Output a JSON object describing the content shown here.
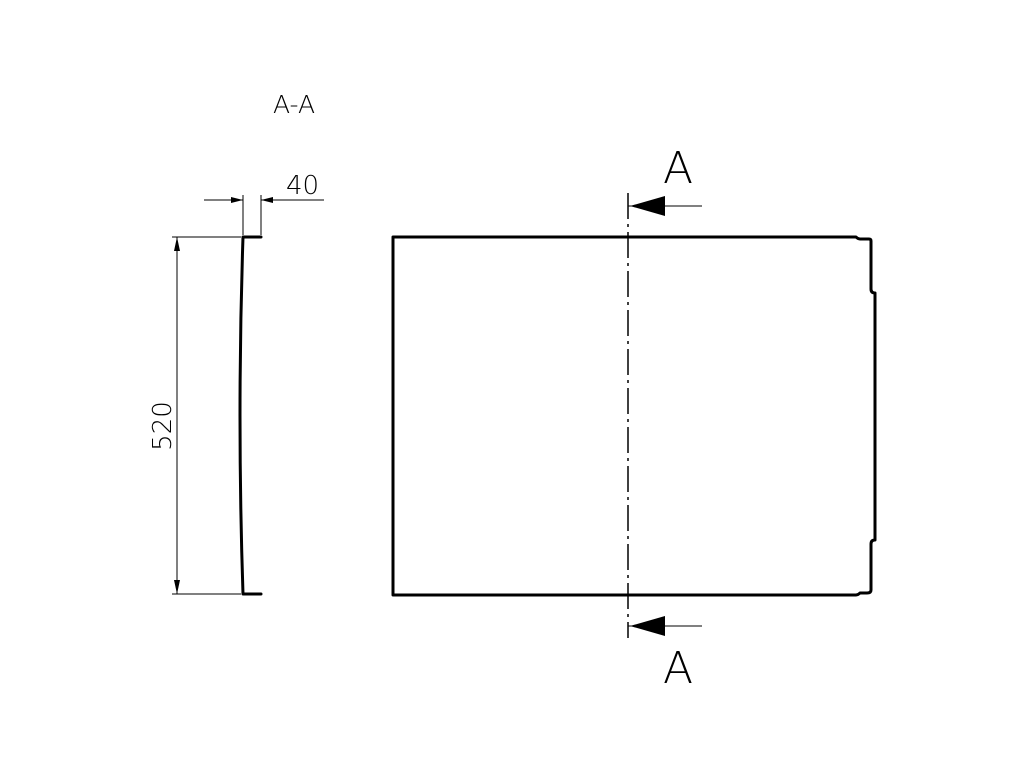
{
  "drawing": {
    "section_view_title": "A-A",
    "dimensions": {
      "thickness": "40",
      "height": "520"
    },
    "section_markers": {
      "top_letter": "A",
      "bottom_letter": "A"
    },
    "colors": {
      "line": "#000000",
      "background": "#ffffff"
    }
  }
}
